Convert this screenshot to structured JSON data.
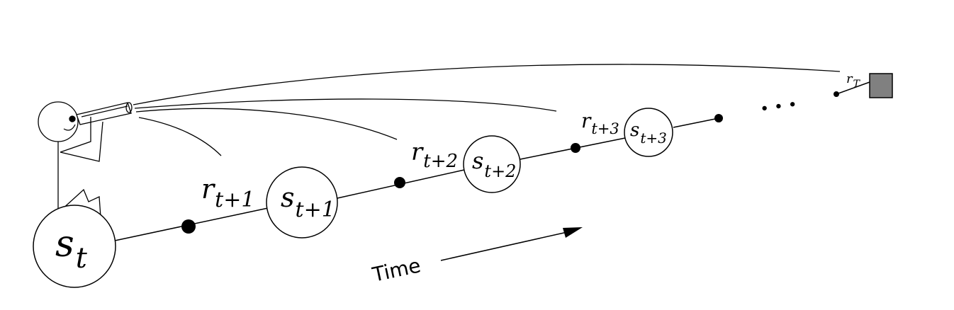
{
  "states": {
    "s_t": {
      "base": "s",
      "sub": "t"
    },
    "s_t1": {
      "base": "s",
      "sub": "t+1"
    },
    "s_t2": {
      "base": "s",
      "sub": "t+2"
    },
    "s_t3": {
      "base": "s",
      "sub": "t+3"
    }
  },
  "rewards": {
    "r_t1": {
      "base": "r",
      "sub": "t+1"
    },
    "r_t2": {
      "base": "r",
      "sub": "t+2"
    },
    "r_t3": {
      "base": "r",
      "sub": "t+3"
    },
    "r_T": {
      "base": "r",
      "sub": "T"
    }
  },
  "ellipsis": "• • •",
  "time_label": "Time",
  "colors": {
    "stroke": "#000000",
    "terminal_fill": "#808080",
    "background": "#ffffff"
  }
}
